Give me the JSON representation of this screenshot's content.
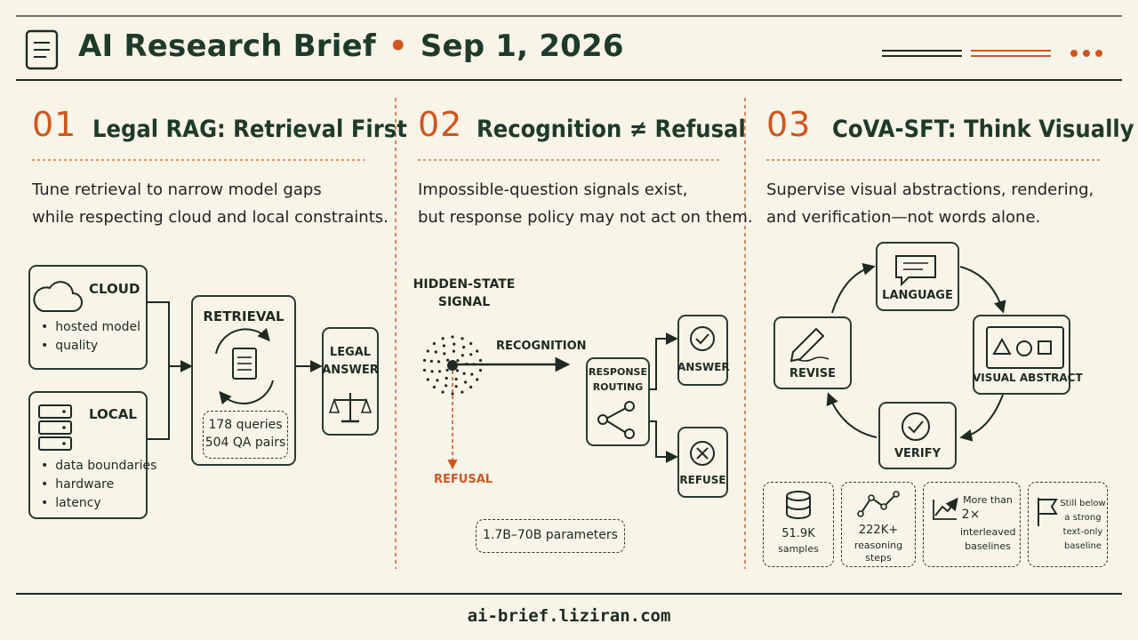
{
  "header": {
    "title": "AI Research Brief",
    "separator": "•",
    "date": "Sep 1, 2026"
  },
  "panels": [
    {
      "number": "01",
      "title": "Legal RAG: Retrieval First",
      "description": [
        "Tune retrieval to narrow model gaps",
        "while respecting cloud and local constraints."
      ],
      "cloud": {
        "label": "CLOUD",
        "bullets": [
          "hosted model",
          "quality"
        ]
      },
      "local": {
        "label": "LOCAL",
        "bullets": [
          "data boundaries",
          "hardware",
          "latency"
        ]
      },
      "retrieval": {
        "label": "RETRIEVAL",
        "stats": [
          "178 queries",
          "504 QA pairs"
        ]
      },
      "answer": {
        "label": [
          "LEGAL",
          "ANSWER"
        ]
      }
    },
    {
      "number": "02",
      "title": "Recognition ≠ Refusal",
      "description": [
        "Impossible-question signals exist,",
        "but response policy may not act on them."
      ],
      "signal": [
        "HIDDEN-STATE",
        "SIGNAL"
      ],
      "recognition": "RECOGNITION",
      "refusal": "REFUSAL",
      "routing": [
        "RESPONSE",
        "ROUTING"
      ],
      "answer": "ANSWER",
      "refuse": "REFUSE",
      "params": "1.7B–70B parameters"
    },
    {
      "number": "03",
      "title": "CoVA-SFT: Think Visually",
      "description": [
        "Supervise visual abstractions, rendering,",
        "and verification—not words alone."
      ],
      "cycle": {
        "language": "LANGUAGE",
        "visual": "VISUAL ABSTRACT",
        "verify": "VERIFY",
        "revise": "REVISE"
      },
      "stats": [
        {
          "lines": [
            "51.9K",
            "samples"
          ]
        },
        {
          "lines": [
            "222K+",
            "reasoning",
            "steps"
          ]
        },
        {
          "lines": [
            "More than",
            "2×",
            "interleaved",
            "baselines"
          ]
        },
        {
          "lines": [
            "Still below",
            "a strong",
            "text-only",
            "baseline"
          ]
        }
      ]
    }
  ],
  "footer": {
    "url": "ai-brief.liziran.com"
  },
  "colors": {
    "accent": "#d0561f",
    "ink": "#1e3a2b",
    "background": "#f8f4e8"
  }
}
